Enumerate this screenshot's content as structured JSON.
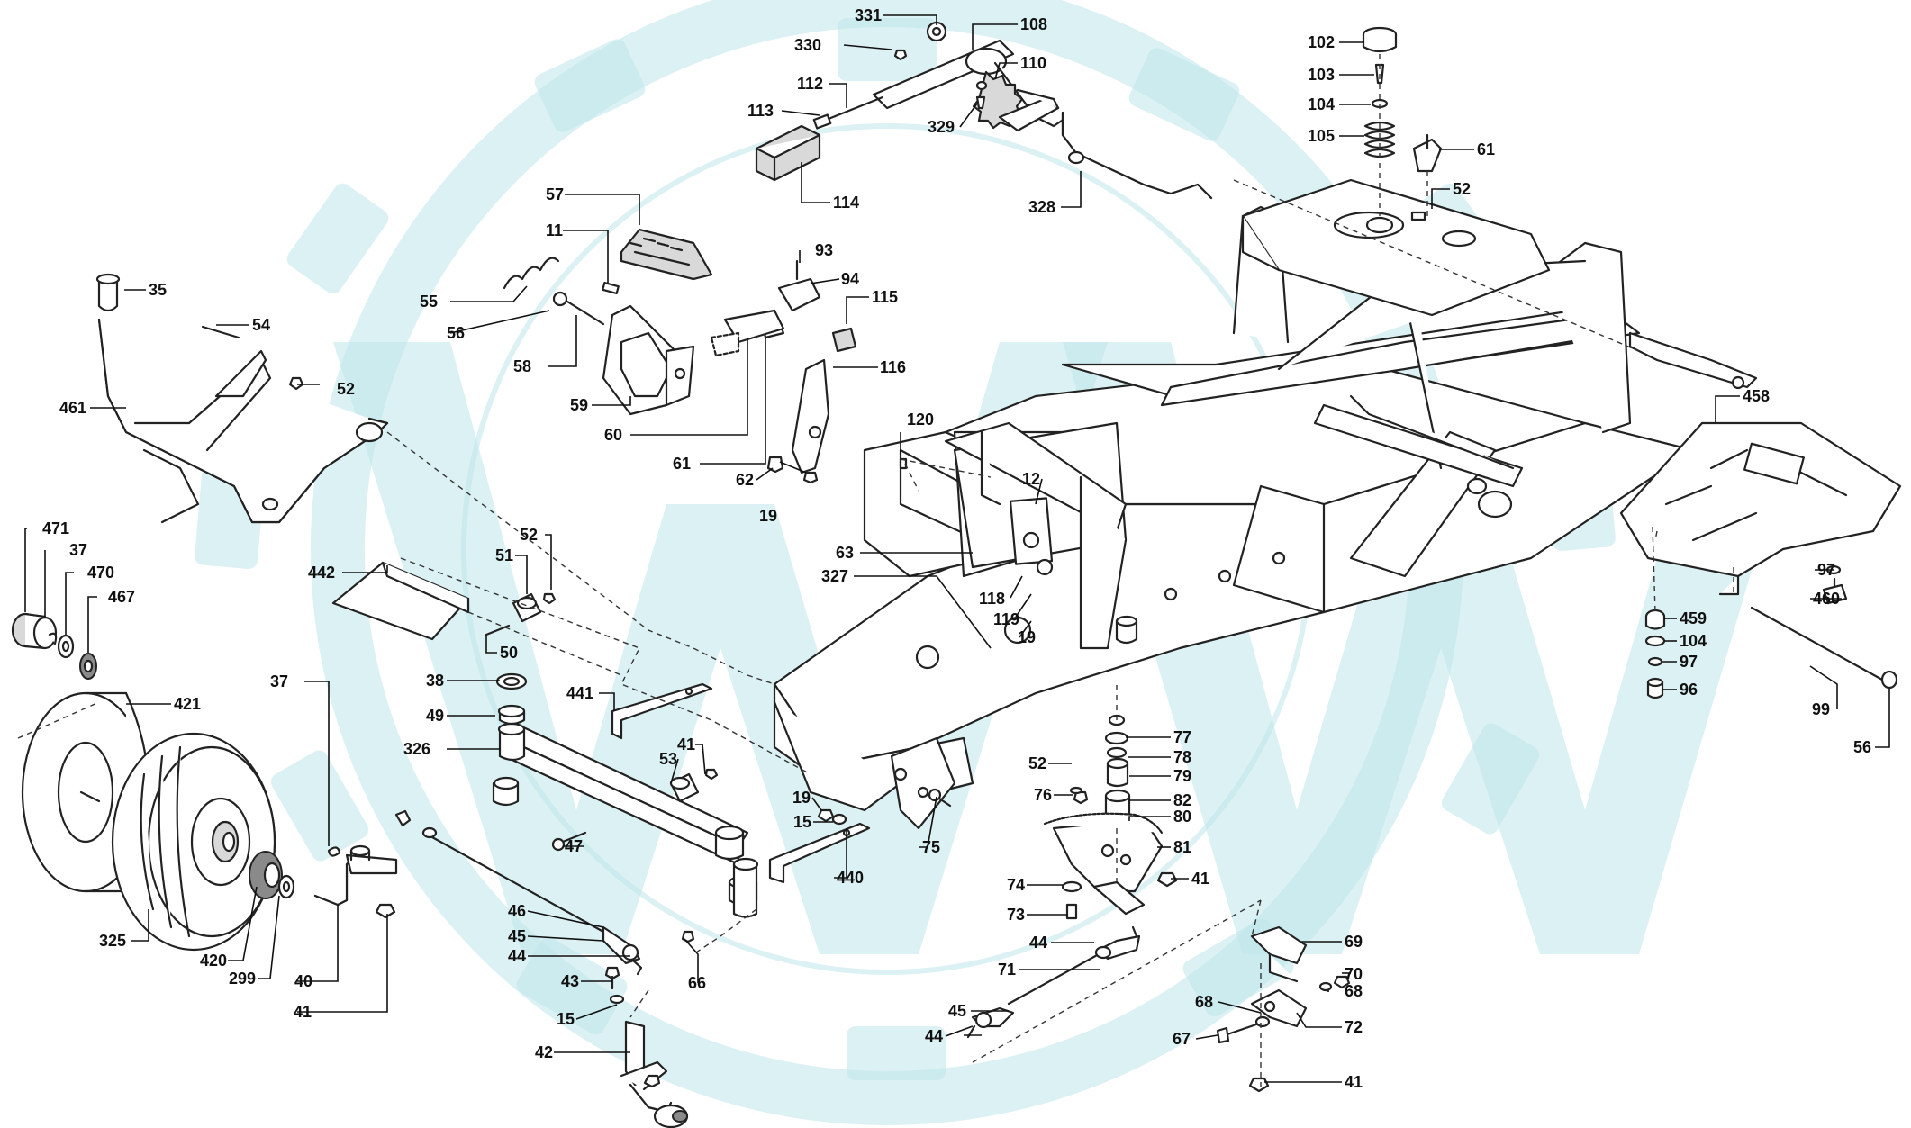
{
  "watermark": {
    "color": "#bfe6ea"
  },
  "callouts": [
    {
      "id": "c331",
      "label": "331"
    },
    {
      "id": "c108",
      "label": "108"
    },
    {
      "id": "c330",
      "label": "330"
    },
    {
      "id": "c110",
      "label": "110"
    },
    {
      "id": "c112",
      "label": "112"
    },
    {
      "id": "c113",
      "label": "113"
    },
    {
      "id": "c329",
      "label": "329"
    },
    {
      "id": "c114",
      "label": "114"
    },
    {
      "id": "c328",
      "label": "328"
    },
    {
      "id": "c102",
      "label": "102"
    },
    {
      "id": "c103",
      "label": "103"
    },
    {
      "id": "c104a",
      "label": "104"
    },
    {
      "id": "c105",
      "label": "105"
    },
    {
      "id": "c61a",
      "label": "61"
    },
    {
      "id": "c52a",
      "label": "52"
    },
    {
      "id": "c57",
      "label": "57"
    },
    {
      "id": "c11",
      "label": "11"
    },
    {
      "id": "c93",
      "label": "93"
    },
    {
      "id": "c94",
      "label": "94"
    },
    {
      "id": "c115",
      "label": "115"
    },
    {
      "id": "c55",
      "label": "55"
    },
    {
      "id": "c56a",
      "label": "56"
    },
    {
      "id": "c58",
      "label": "58"
    },
    {
      "id": "c116",
      "label": "116"
    },
    {
      "id": "c59",
      "label": "59"
    },
    {
      "id": "c60",
      "label": "60"
    },
    {
      "id": "c61b",
      "label": "61"
    },
    {
      "id": "c62",
      "label": "62"
    },
    {
      "id": "c19a",
      "label": "19"
    },
    {
      "id": "c120",
      "label": "120"
    },
    {
      "id": "c35",
      "label": "35"
    },
    {
      "id": "c54",
      "label": "54"
    },
    {
      "id": "c52b",
      "label": "52"
    },
    {
      "id": "c461",
      "label": "461"
    },
    {
      "id": "c458",
      "label": "458"
    },
    {
      "id": "c12",
      "label": "12"
    },
    {
      "id": "c63",
      "label": "63"
    },
    {
      "id": "c327",
      "label": "327"
    },
    {
      "id": "c118",
      "label": "118"
    },
    {
      "id": "c119",
      "label": "119"
    },
    {
      "id": "c19b",
      "label": "19"
    },
    {
      "id": "c471",
      "label": "471"
    },
    {
      "id": "c37a",
      "label": "37"
    },
    {
      "id": "c470",
      "label": "470"
    },
    {
      "id": "c467",
      "label": "467"
    },
    {
      "id": "c52c",
      "label": "52"
    },
    {
      "id": "c51",
      "label": "51"
    },
    {
      "id": "c442",
      "label": "442"
    },
    {
      "id": "c50",
      "label": "50"
    },
    {
      "id": "c97a",
      "label": "97"
    },
    {
      "id": "c460",
      "label": "460"
    },
    {
      "id": "c459",
      "label": "459"
    },
    {
      "id": "c104b",
      "label": "104"
    },
    {
      "id": "c97b",
      "label": "97"
    },
    {
      "id": "c96",
      "label": "96"
    },
    {
      "id": "c99",
      "label": "99"
    },
    {
      "id": "c56b",
      "label": "56"
    },
    {
      "id": "c38",
      "label": "38"
    },
    {
      "id": "c37b",
      "label": "37"
    },
    {
      "id": "c421",
      "label": "421"
    },
    {
      "id": "c49",
      "label": "49"
    },
    {
      "id": "c441",
      "label": "441"
    },
    {
      "id": "c326",
      "label": "326"
    },
    {
      "id": "c41a",
      "label": "41"
    },
    {
      "id": "c53",
      "label": "53"
    },
    {
      "id": "c77",
      "label": "77"
    },
    {
      "id": "c78",
      "label": "78"
    },
    {
      "id": "c52d",
      "label": "52"
    },
    {
      "id": "c79",
      "label": "79"
    },
    {
      "id": "c76",
      "label": "76"
    },
    {
      "id": "c82",
      "label": "82"
    },
    {
      "id": "c80",
      "label": "80"
    },
    {
      "id": "c19c",
      "label": "19"
    },
    {
      "id": "c15a",
      "label": "15"
    },
    {
      "id": "c75",
      "label": "75"
    },
    {
      "id": "c81",
      "label": "81"
    },
    {
      "id": "c47",
      "label": "47"
    },
    {
      "id": "c440",
      "label": "440"
    },
    {
      "id": "c74",
      "label": "74"
    },
    {
      "id": "c41b",
      "label": "41"
    },
    {
      "id": "c73",
      "label": "73"
    },
    {
      "id": "c46",
      "label": "46"
    },
    {
      "id": "c45a",
      "label": "45"
    },
    {
      "id": "c44a",
      "label": "44"
    },
    {
      "id": "c69",
      "label": "69"
    },
    {
      "id": "c325",
      "label": "325"
    },
    {
      "id": "c420",
      "label": "420"
    },
    {
      "id": "c299",
      "label": "299"
    },
    {
      "id": "c40",
      "label": "40"
    },
    {
      "id": "c66",
      "label": "66"
    },
    {
      "id": "c44b",
      "label": "44"
    },
    {
      "id": "c70",
      "label": "70"
    },
    {
      "id": "c71",
      "label": "71"
    },
    {
      "id": "c43",
      "label": "43"
    },
    {
      "id": "c41c",
      "label": "41"
    },
    {
      "id": "c68a",
      "label": "68"
    },
    {
      "id": "c68b",
      "label": "68"
    },
    {
      "id": "c15b",
      "label": "15"
    },
    {
      "id": "c45b",
      "label": "45"
    },
    {
      "id": "c44c",
      "label": "44"
    },
    {
      "id": "c72",
      "label": "72"
    },
    {
      "id": "c67",
      "label": "67"
    },
    {
      "id": "c42",
      "label": "42"
    },
    {
      "id": "c41d",
      "label": "41"
    }
  ]
}
